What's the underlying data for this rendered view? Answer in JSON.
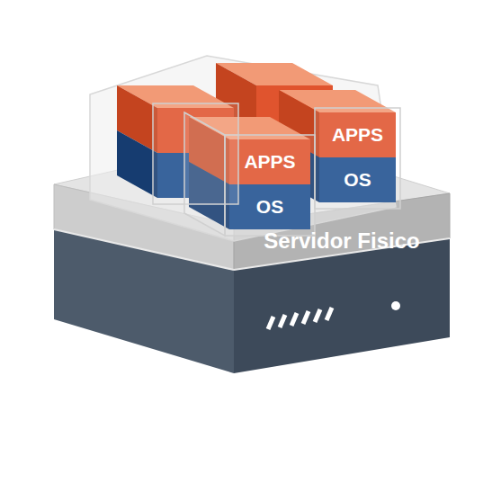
{
  "diagram": {
    "nodes": [
      {
        "text": [
          "Servidor Fisico"
        ]
      },
      {
        "text": [
          "APPS"
        ]
      },
      {
        "text": [
          "OS"
        ]
      },
      {
        "text": [
          "APPS"
        ]
      },
      {
        "text": [
          "OS"
        ]
      }
    ]
  }
}
